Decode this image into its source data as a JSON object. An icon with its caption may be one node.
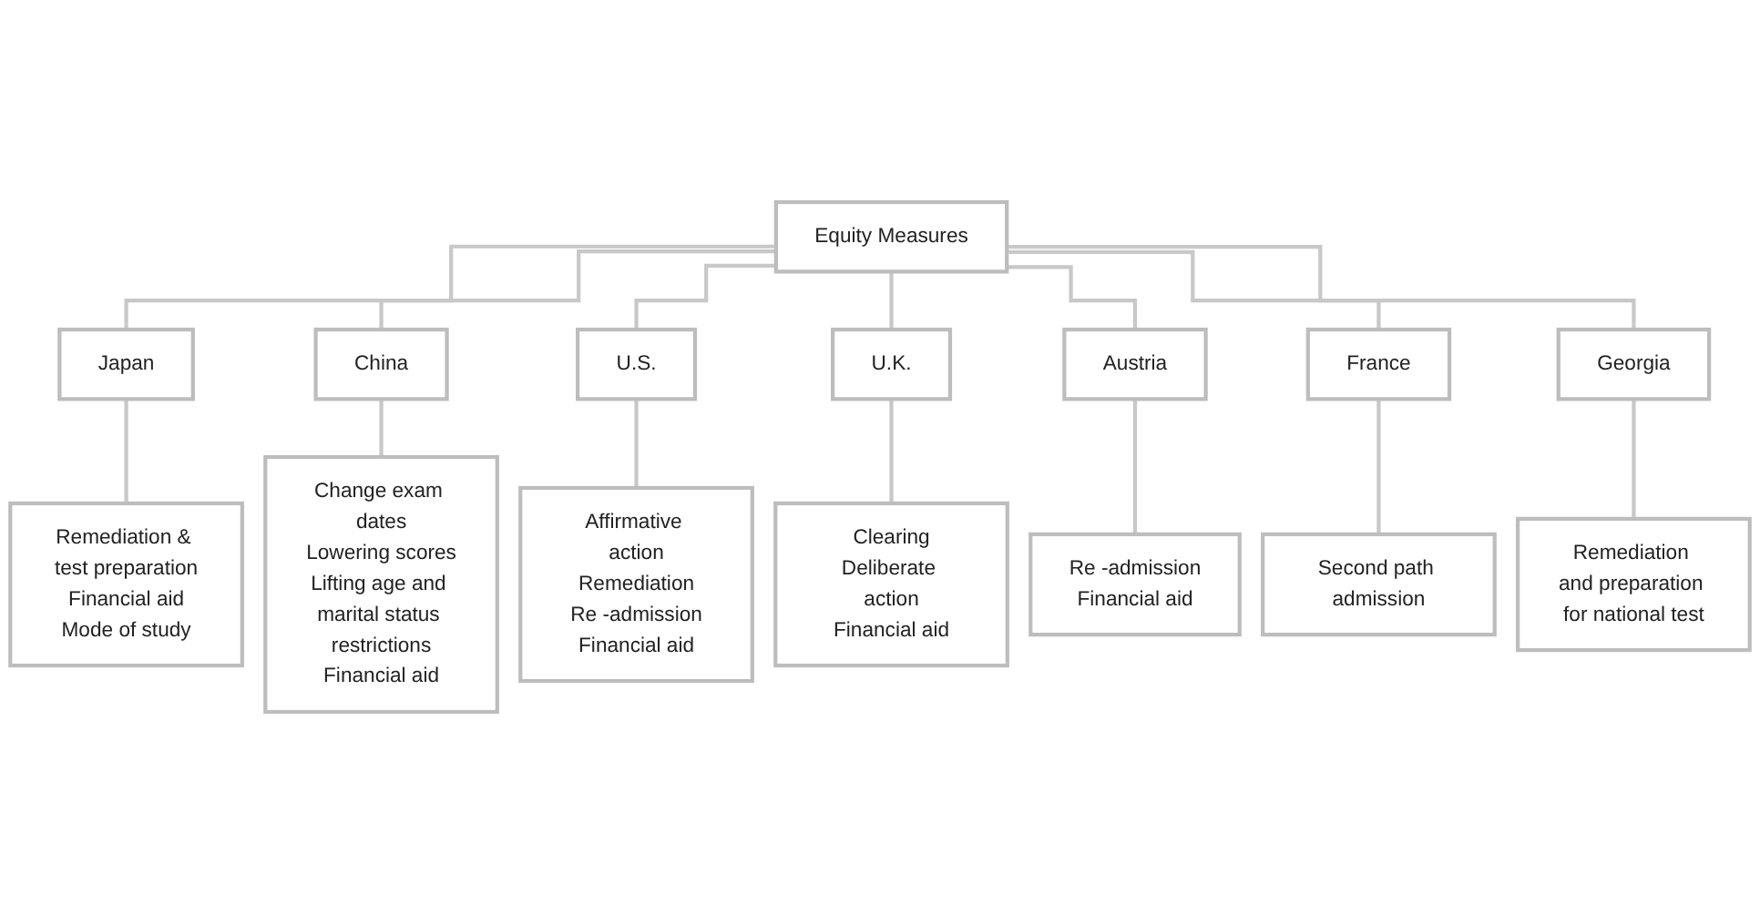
{
  "diagram": {
    "nodes": [
      {
        "text": [
          "Equity Measures"
        ]
      },
      {
        "text": [
          "Japan"
        ]
      },
      {
        "text": [
          "China"
        ]
      },
      {
        "text": [
          "U.S."
        ]
      },
      {
        "text": [
          "U.K."
        ]
      },
      {
        "text": [
          "Austria"
        ]
      },
      {
        "text": [
          "France"
        ]
      },
      {
        "text": [
          "Georgia"
        ]
      },
      {
        "text": [
          "Remediation & test preparation",
          "Financial aid",
          "Mode of study"
        ]
      },
      {
        "text": [
          "Change exam dates",
          "Lowering scores",
          "Lifting age and marital status restrictions",
          "Financial aid"
        ]
      },
      {
        "text": [
          "Affirmative action",
          "Remediation",
          "Re -admission",
          "Financial aid"
        ]
      },
      {
        "text": [
          "Clearing",
          "Deliberate action",
          "Financial aid"
        ]
      },
      {
        "text": [
          "Re -admission",
          "Financial aid"
        ]
      },
      {
        "text": [
          "Second path admission"
        ]
      },
      {
        "text": [
          "Remediation and preparation for national test"
        ]
      }
    ],
    "edges": [
      {
        "from": 0,
        "to": 1,
        "arrow": "none"
      },
      {
        "from": 0,
        "to": 2,
        "arrow": "none"
      },
      {
        "from": 0,
        "to": 3,
        "arrow": "none"
      },
      {
        "from": 0,
        "to": 4,
        "arrow": "none"
      },
      {
        "from": 0,
        "to": 5,
        "arrow": "none"
      },
      {
        "from": 0,
        "to": 6,
        "arrow": "none"
      },
      {
        "from": 0,
        "to": 7,
        "arrow": "none"
      },
      {
        "from": 1,
        "to": 8,
        "arrow": "none"
      },
      {
        "from": 2,
        "to": 9,
        "arrow": "none"
      },
      {
        "from": 3,
        "to": 10,
        "arrow": "none"
      },
      {
        "from": 4,
        "to": 11,
        "arrow": "none"
      },
      {
        "from": 5,
        "to": 12,
        "arrow": "none"
      },
      {
        "from": 6,
        "to": 13,
        "arrow": "none"
      },
      {
        "from": 7,
        "to": 14,
        "arrow": "none"
      }
    ]
  }
}
